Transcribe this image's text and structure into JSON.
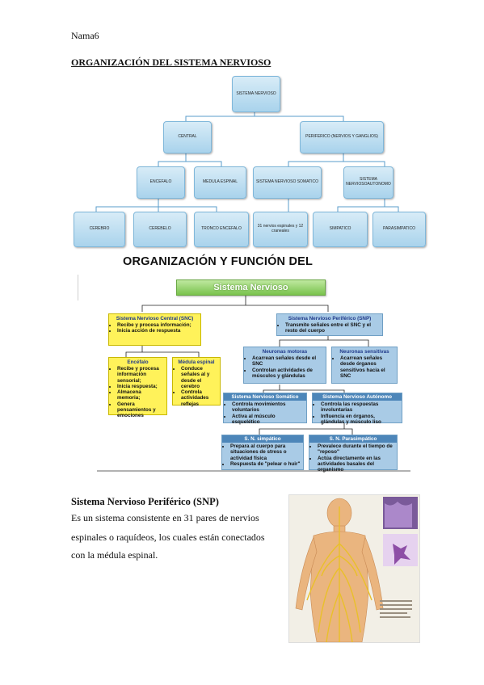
{
  "header": {
    "name": "Nama6"
  },
  "document": {
    "title": "ORGANIZACIÓN DEL SISTEMA NERVIOSO"
  },
  "tree": {
    "root": "SISTEMA NERVIOSO",
    "central": "CENTRAL",
    "periferico": "PERIFERICO (NERVIOS Y GANGLIOS)",
    "encefalo": "ENCEFALO",
    "medula": "MEDULA ESPINAL",
    "somatico": "SISTEMA NERVIOSO SOMATICO",
    "autonomo": "SISTEMA NERVIOSOAUTONOMO",
    "cerebro": "CEREBRO",
    "cerebelo": "CEREBELO",
    "tronco": "TRONCO ENCEFALO",
    "nervios": "31 nervios espinales y 12 craneales",
    "simpatico": "SIMPATICO",
    "parasimpatico": "PARASIMPATICO"
  },
  "diagram2": {
    "title": "ORGANIZACIÓN Y FUNCIÓN DEL",
    "root": "Sistema Nervioso",
    "snc": {
      "title": "Sistema Nervioso Central (SNC)",
      "items": [
        "Recibe y procesa información;",
        "Inicia acción de respuesta"
      ]
    },
    "snp": {
      "title": "Sistema Nervioso Periférico (SNP)",
      "items": [
        "Transmite señales entre el SNC y el resto del cuerpo"
      ]
    },
    "encefalo": {
      "title": "Encéfalo",
      "items": [
        "Recibe y procesa información sensorial;",
        "Inicia respuesta;",
        "Almacena memoria;",
        "Genera pensamientos y emociones"
      ]
    },
    "medula": {
      "title": "Médula espinal",
      "items": [
        "Conduce señales al y desde el cerebro",
        "Controla actividades reflejas"
      ]
    },
    "motoras": {
      "title": "Neuronas motoras",
      "items": [
        "Acarrean señales desde el SNC",
        "Controlan actividades de músculos y glándulas"
      ]
    },
    "sensitivas": {
      "title": "Neuronas sensitivas",
      "items": [
        "Acarrean señales desde órganos sensitivos hacia el SNC"
      ]
    },
    "somatico": {
      "title": "Sistema Nervioso Somático",
      "items": [
        "Controla movimientos voluntarios",
        "Activa al músculo esquelético"
      ]
    },
    "autonomo": {
      "title": "Sistema Nervioso Autónomo",
      "items": [
        "Controla las respuestas involuntarias",
        "Influencia en órganos, glándulas y músculo liso"
      ]
    },
    "simpatico": {
      "title": "S. N. simpático",
      "items": [
        "Prepara al cuerpo para situaciones de stress o actividad física",
        "Respuesta de \"pelear o huir\""
      ]
    },
    "parasimpatico": {
      "title": "S. N. Parasimpático",
      "items": [
        "Prevalece durante el tiempo de \"reposo\"",
        "Actúa directamente en las actividades basales del organismo"
      ]
    }
  },
  "section": {
    "heading": "Sistema Nervioso Periférico (SNP)",
    "lines": [
      "Es un sistema consistente en 31 pares de nervios",
      "espinales o raquídeos, los cuales están conectados",
      "con la médula espinal."
    ]
  }
}
